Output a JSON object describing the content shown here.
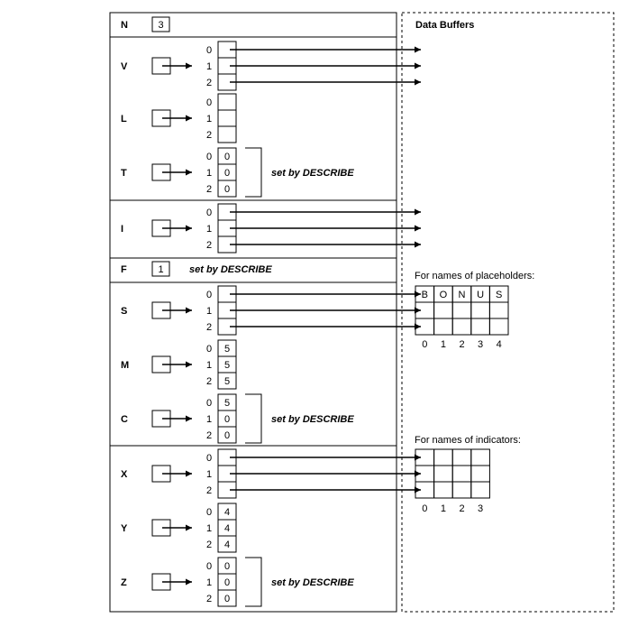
{
  "title": "Data Buffers",
  "n": {
    "label": "N",
    "value": "3"
  },
  "f": {
    "label": "F",
    "value": "1",
    "note": "set by DESCRIBE"
  },
  "sections": [
    {
      "id": "select",
      "rows": [
        {
          "label": "V",
          "kind": "pointer",
          "indices": [
            "0",
            "1",
            "2"
          ],
          "target": "buffer"
        },
        {
          "label": "L",
          "kind": "values",
          "indices": [
            "0",
            "1",
            "2"
          ],
          "values": [
            "",
            "",
            ""
          ]
        },
        {
          "label": "T",
          "kind": "values",
          "indices": [
            "0",
            "1",
            "2"
          ],
          "values": [
            "0",
            "0",
            "0"
          ],
          "note": "set by DESCRIBE"
        }
      ]
    },
    {
      "id": "indicator",
      "rows": [
        {
          "label": "I",
          "kind": "pointer",
          "indices": [
            "0",
            "1",
            "2"
          ],
          "target": "buffer"
        }
      ]
    },
    {
      "id": "bind",
      "rows": [
        {
          "label": "S",
          "kind": "pointer",
          "indices": [
            "0",
            "1",
            "2"
          ],
          "target": "placeholders"
        },
        {
          "label": "M",
          "kind": "values",
          "indices": [
            "0",
            "1",
            "2"
          ],
          "values": [
            "5",
            "5",
            "5"
          ]
        },
        {
          "label": "C",
          "kind": "values",
          "indices": [
            "0",
            "1",
            "2"
          ],
          "values": [
            "5",
            "0",
            "0"
          ],
          "note": "set by DESCRIBE"
        }
      ]
    },
    {
      "id": "indicators",
      "rows": [
        {
          "label": "X",
          "kind": "pointer",
          "indices": [
            "0",
            "1",
            "2"
          ],
          "target": "indicators"
        },
        {
          "label": "Y",
          "kind": "values",
          "indices": [
            "0",
            "1",
            "2"
          ],
          "values": [
            "4",
            "4",
            "4"
          ]
        },
        {
          "label": "Z",
          "kind": "values",
          "indices": [
            "0",
            "1",
            "2"
          ],
          "values": [
            "0",
            "0",
            "0"
          ],
          "note": "set by DESCRIBE"
        }
      ]
    }
  ],
  "placeholders": {
    "caption": "For names of placeholders:",
    "first_row": [
      "B",
      "O",
      "N",
      "U",
      "S"
    ],
    "col_labels": [
      "0",
      "1",
      "2",
      "3",
      "4"
    ]
  },
  "indicator_names": {
    "caption": "For names of indicators:",
    "col_labels": [
      "0",
      "1",
      "2",
      "3"
    ]
  }
}
